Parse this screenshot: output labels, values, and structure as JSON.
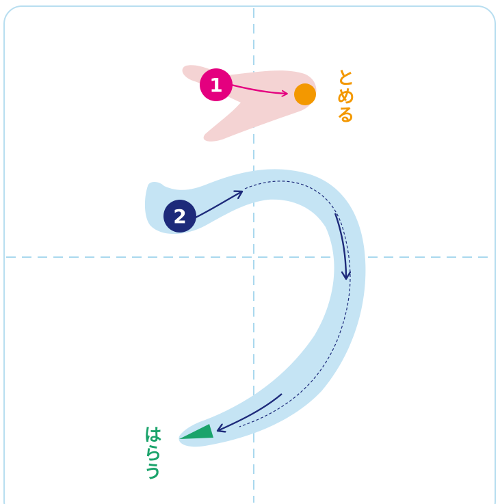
{
  "character": "う",
  "strokes": [
    {
      "number": "1",
      "color": "#e4007f"
    },
    {
      "number": "2",
      "color": "#1d2a7a"
    }
  ],
  "annotations": {
    "tome": {
      "text": "とめる",
      "color": "#f39800"
    },
    "harau": {
      "text": "はらう",
      "color": "#1aa36b"
    }
  },
  "colors": {
    "frame_border": "#b8def0",
    "guide_dash": "#a9d8ee",
    "stroke1_fill": "#f4d3d3",
    "stroke2_fill": "#c5e4f4",
    "stop_dot": "#f39800",
    "sweep_tip": "#1aa36b"
  }
}
